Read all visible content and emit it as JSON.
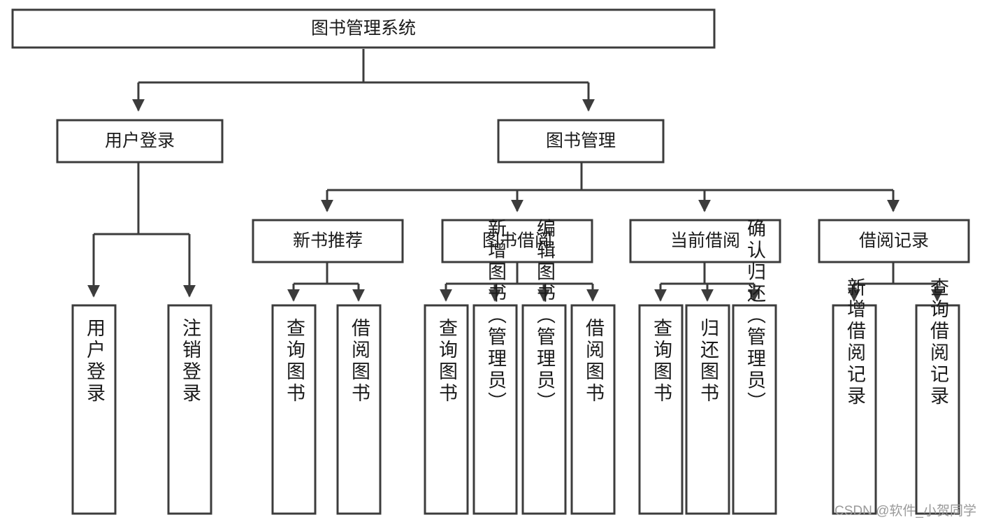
{
  "diagram": {
    "title": "图书管理系统",
    "watermark": "CSDN @软件_小贺同学",
    "type": "tree-hierarchy",
    "orientation": "top-down",
    "colors": {
      "box_stroke": "#3c3c3c",
      "box_fill": "#ffffff",
      "connector": "#3c3c3c",
      "text": "#1a1a1a",
      "background": "#ffffff",
      "watermark": "#9a9a9a"
    },
    "nodes": {
      "root": {
        "label": "图书管理系统"
      },
      "level2": [
        {
          "label": "用户登录"
        },
        {
          "label": "图书管理"
        }
      ],
      "level3": [
        {
          "label": "新书推荐"
        },
        {
          "label": "图书借阅"
        },
        {
          "label": "当前借阅"
        },
        {
          "label": "借阅记录"
        }
      ],
      "leaves_user_login": [
        {
          "label": "用户登录"
        },
        {
          "label": "注销登录"
        }
      ],
      "leaves_new_book": [
        {
          "label": "查询图书"
        },
        {
          "label": "借阅图书"
        }
      ],
      "leaves_borrow": [
        {
          "label": "查询图书"
        },
        {
          "label": "新增图书（管理员）"
        },
        {
          "label": "编辑图书（管理员）"
        },
        {
          "label": "借阅图书"
        }
      ],
      "leaves_current": [
        {
          "label": "查询图书"
        },
        {
          "label": "归还图书"
        },
        {
          "label": "确认归还（管理员）"
        }
      ],
      "leaves_records": [
        {
          "label": "新增借阅记录"
        },
        {
          "label": "查询借阅记录"
        }
      ]
    }
  }
}
